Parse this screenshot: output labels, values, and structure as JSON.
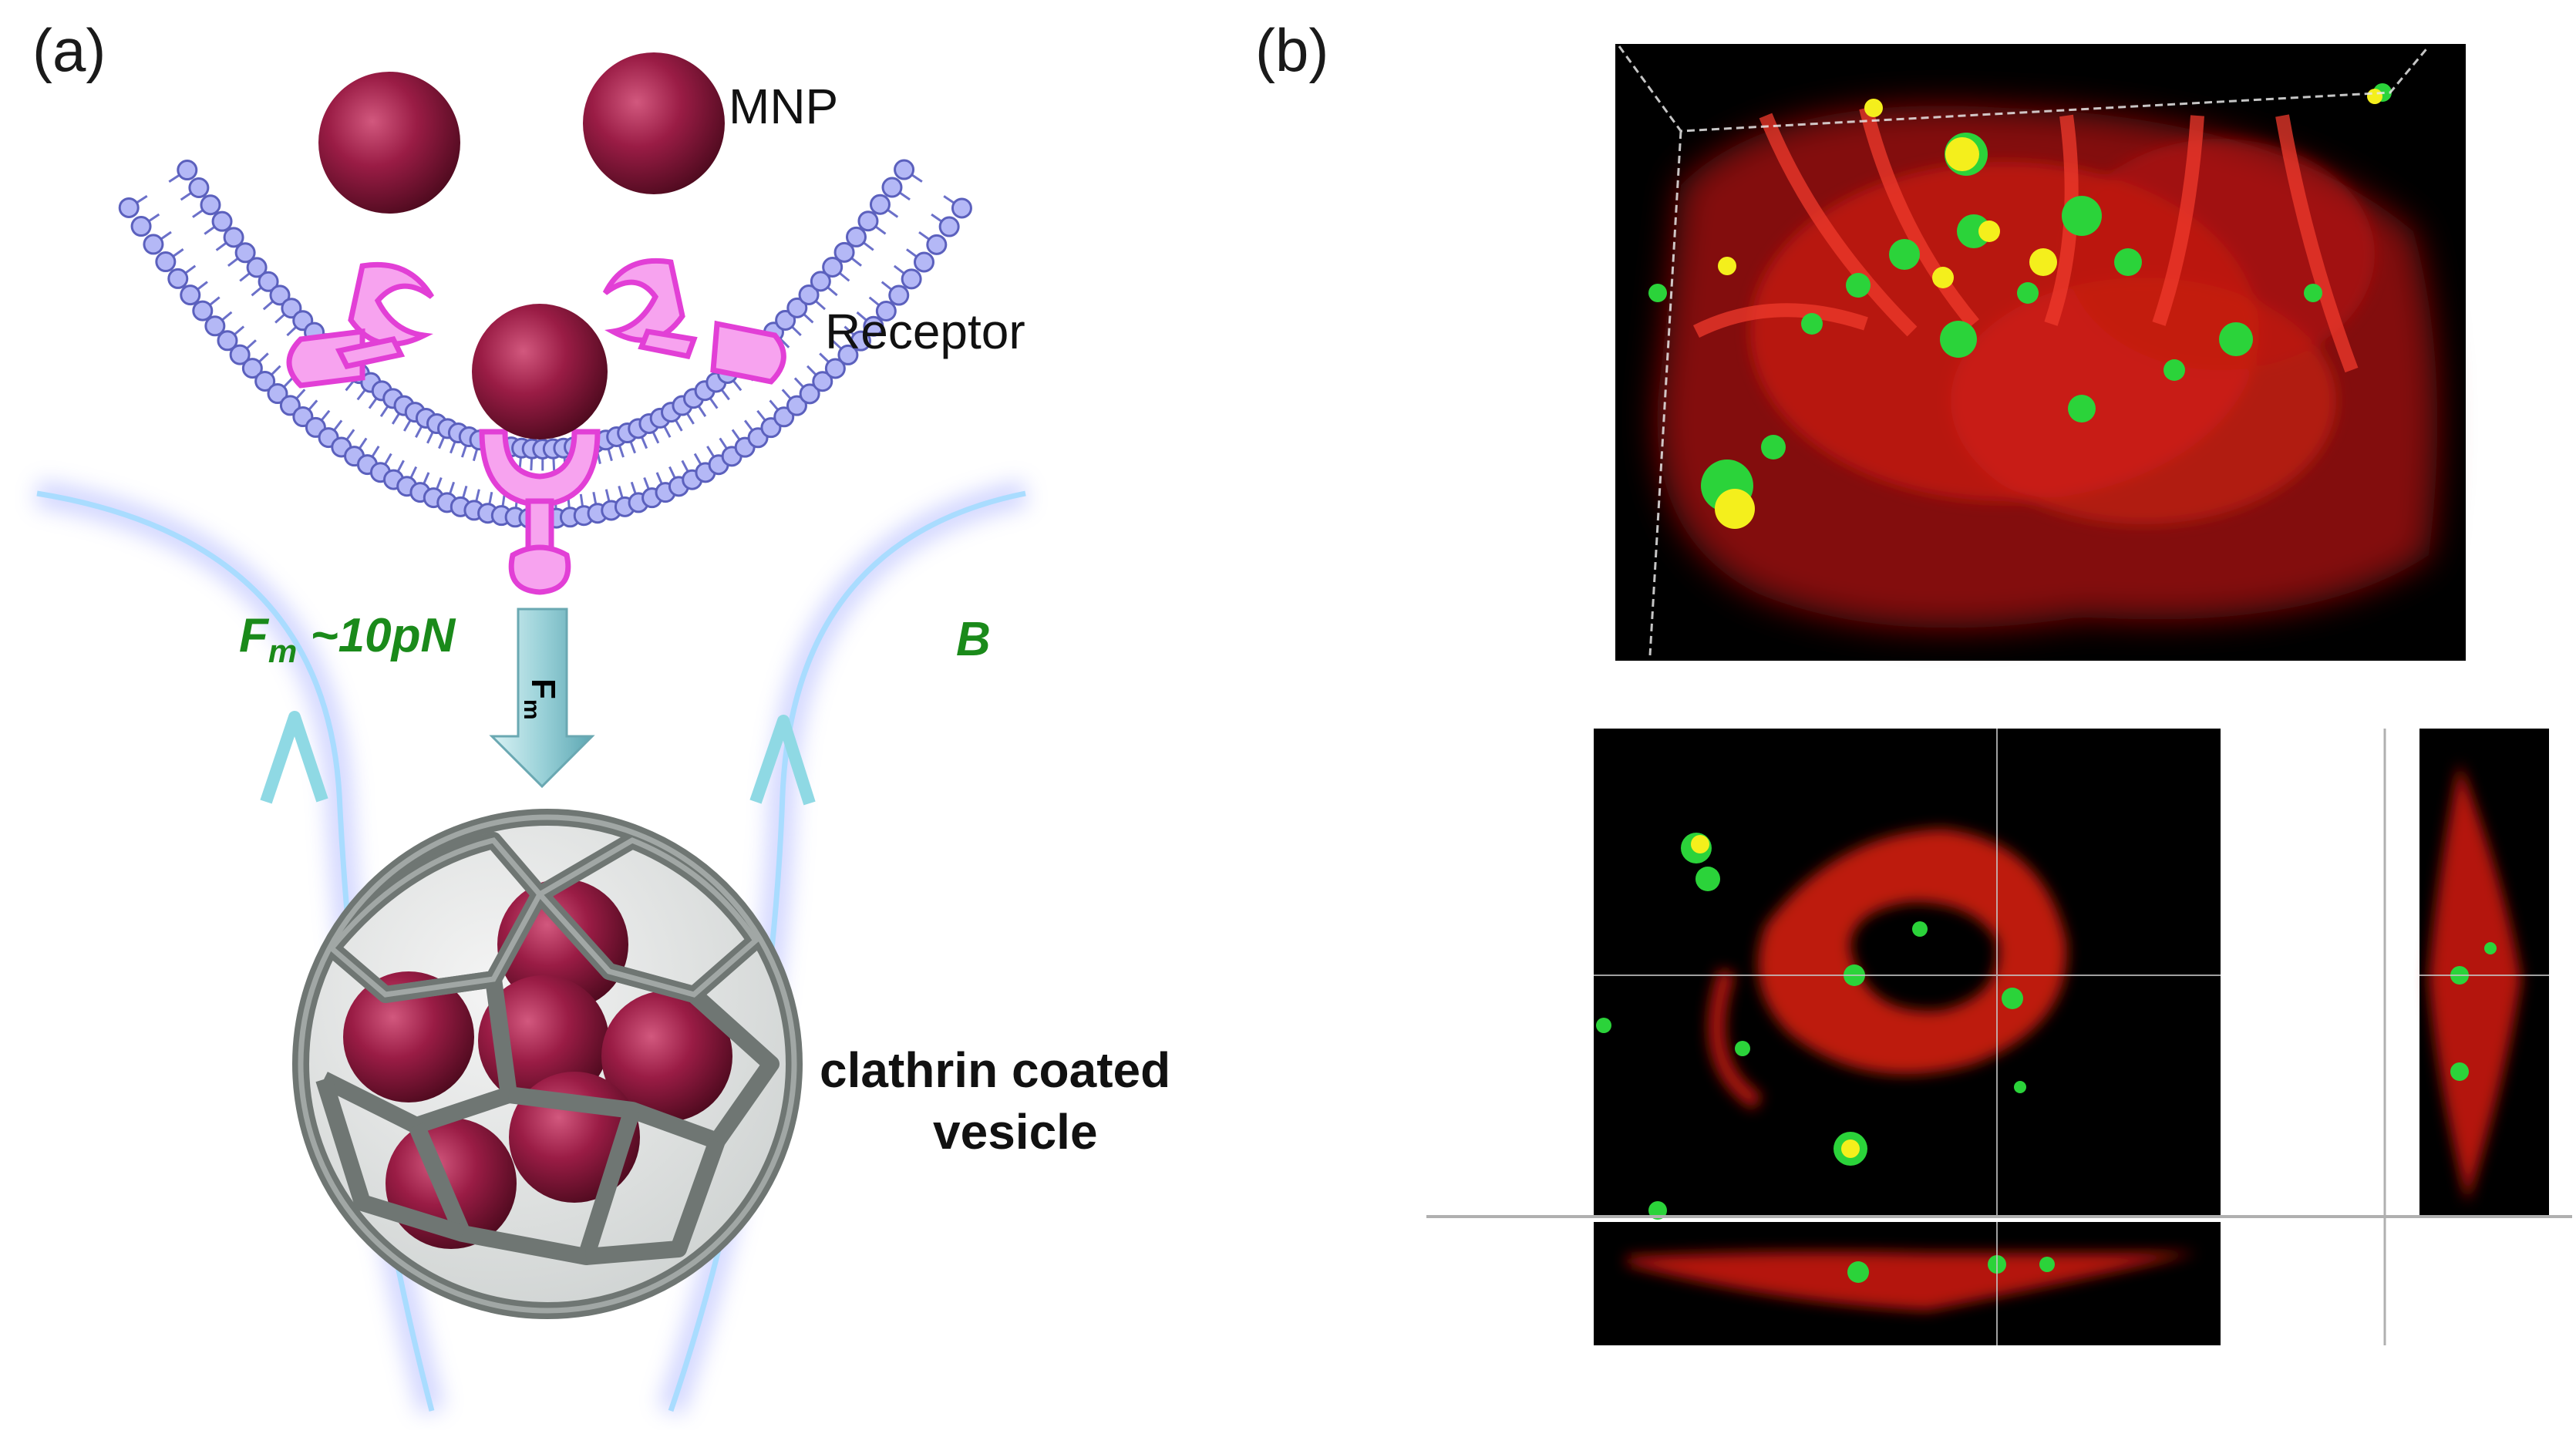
{
  "panels": {
    "a": {
      "label": "(a)"
    },
    "b": {
      "label": "(b)"
    }
  },
  "schematic": {
    "mnp_label": "MNP",
    "receptor_label": "Receptor",
    "force_main": "F",
    "force_sub": "m",
    "force_value": " ~10pN",
    "field_label": "B",
    "arrow_main": "F",
    "arrow_sub": "m",
    "vesicle_line1": "clathrin coated",
    "vesicle_line2": "vesicle"
  },
  "colors": {
    "nanoparticle": "#8a1438",
    "receptor": "#f07ae8",
    "lipid_head": "#a9aef5",
    "field_line": "#9fd3ff",
    "force_text": "#1a8a1a",
    "clathrin": "#6f7673",
    "microscopy_red": "#e0201a",
    "microscopy_green": "#2bd33a",
    "microscopy_yellow": "#f4ef1c"
  },
  "icons": [
    "nanoparticle-icon",
    "receptor-icon",
    "clathrin-vesicle-icon",
    "force-arrow-icon",
    "field-line-icon"
  ]
}
